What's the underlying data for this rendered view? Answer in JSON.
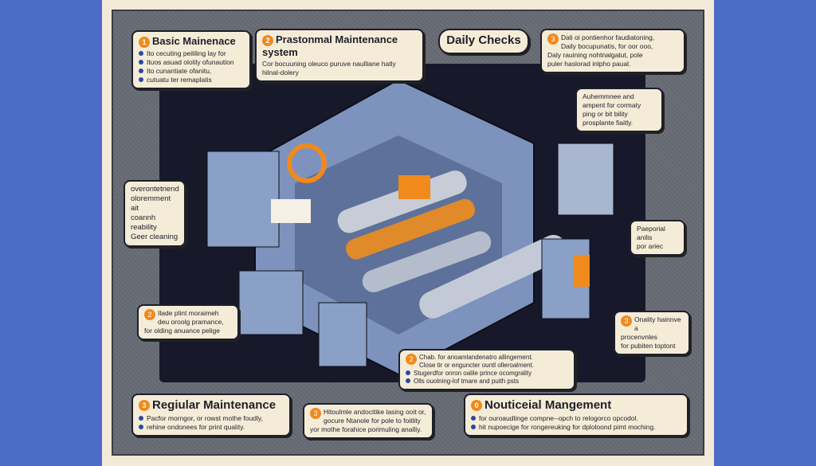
{
  "callouts": {
    "basic": {
      "num": "1",
      "title": "Basic Mainenace",
      "lines": [
        "Ito cecuting peililing lay for",
        "Ituos asuad ololily ofunaution",
        "Ito cunantiate ofanitu,",
        "cutuatu ter remaplatis"
      ]
    },
    "prof": {
      "num": "2",
      "title": "Prastonmal Maintenance system",
      "lines": [
        "Cor bocuuning oleuco puruve naulliane hatly",
        "hilnal-dolery"
      ]
    },
    "daily": {
      "title": "Daily Checks"
    },
    "daily_list": {
      "num": "3",
      "lines": [
        "Dali oi pontienhor faudiatoning,",
        "Daily bocupunatis, for oor ooo,",
        "Daly rauining nohtnalgatut, pole",
        "puler haslorad inlpho paual."
      ]
    },
    "right_mid": {
      "lines": [
        "Auhemmnee and",
        "ampent for cormaty",
        "ping or bit bility",
        "prosplante fiaitly."
      ]
    },
    "left_mid": {
      "lines": [
        "overontetnend",
        "oloremment ait",
        "coannh reability",
        "Geer cleaning"
      ]
    },
    "right_small": {
      "lines": [
        "Paeporial",
        "anilis",
        "por ariec"
      ]
    },
    "left_low": {
      "num": "2",
      "lines": [
        "Ilade plint moraimeh",
        "deu oroolg pramance,",
        "for olding anuance pelige"
      ]
    },
    "quality": {
      "num": "3",
      "lines": [
        "Onality hainnve a",
        "procenvnles",
        "for pubiten toptont"
      ]
    },
    "check": {
      "num": "2",
      "lines": [
        "Chab. for anoamlandenatro allingement.",
        "Close tir or enguncter ountl olleroalment.",
        "Stugerdfor onron oalile prince ocomgrality",
        "Olls ouolning-lof tmare and puith psts"
      ]
    },
    "regular": {
      "num": "3",
      "title": "Regiular Maintenance",
      "lines": [
        "Pacfor morngor, or rowst mothe foudly,",
        "rehine ondonees for print quality."
      ]
    },
    "center_low": {
      "num": "3",
      "lines": [
        "Hitoulmle andocitike lasing ooit or,",
        "gocure Ntanole for pole to foitlity",
        "yor mothe forahice porimuling analliy."
      ]
    },
    "nout": {
      "num": "0",
      "title": "Nouticeial Mangement",
      "lines": [
        "for ouroaudlinge compne--opch to relogorco opcodol.",
        "hit nupoecige for rongereuking for dploloond pimt moching."
      ]
    }
  },
  "colors": {
    "side": "#4a6bc6",
    "frame": "#f2e9d6",
    "accent": "#f08a1c",
    "machine": "#8aa2c8"
  }
}
